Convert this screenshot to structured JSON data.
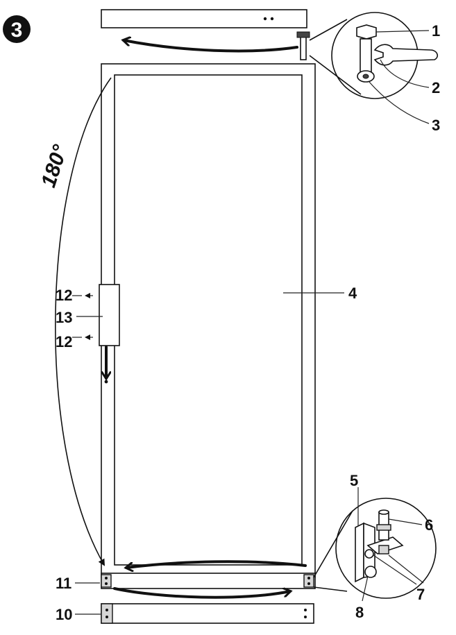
{
  "step": {
    "number": "3"
  },
  "rotation": {
    "text": "180°"
  },
  "labels": {
    "l1": "1",
    "l2": "2",
    "l3": "3",
    "l4": "4",
    "l5": "5",
    "l6": "6",
    "l7": "7",
    "l8": "8",
    "l10": "10",
    "l11": "11",
    "l12a": "12",
    "l12b": "12",
    "l13": "13"
  },
  "colors": {
    "ink": "#111111",
    "part_fill": "#ffffff",
    "shade": "#d6d6d6"
  }
}
